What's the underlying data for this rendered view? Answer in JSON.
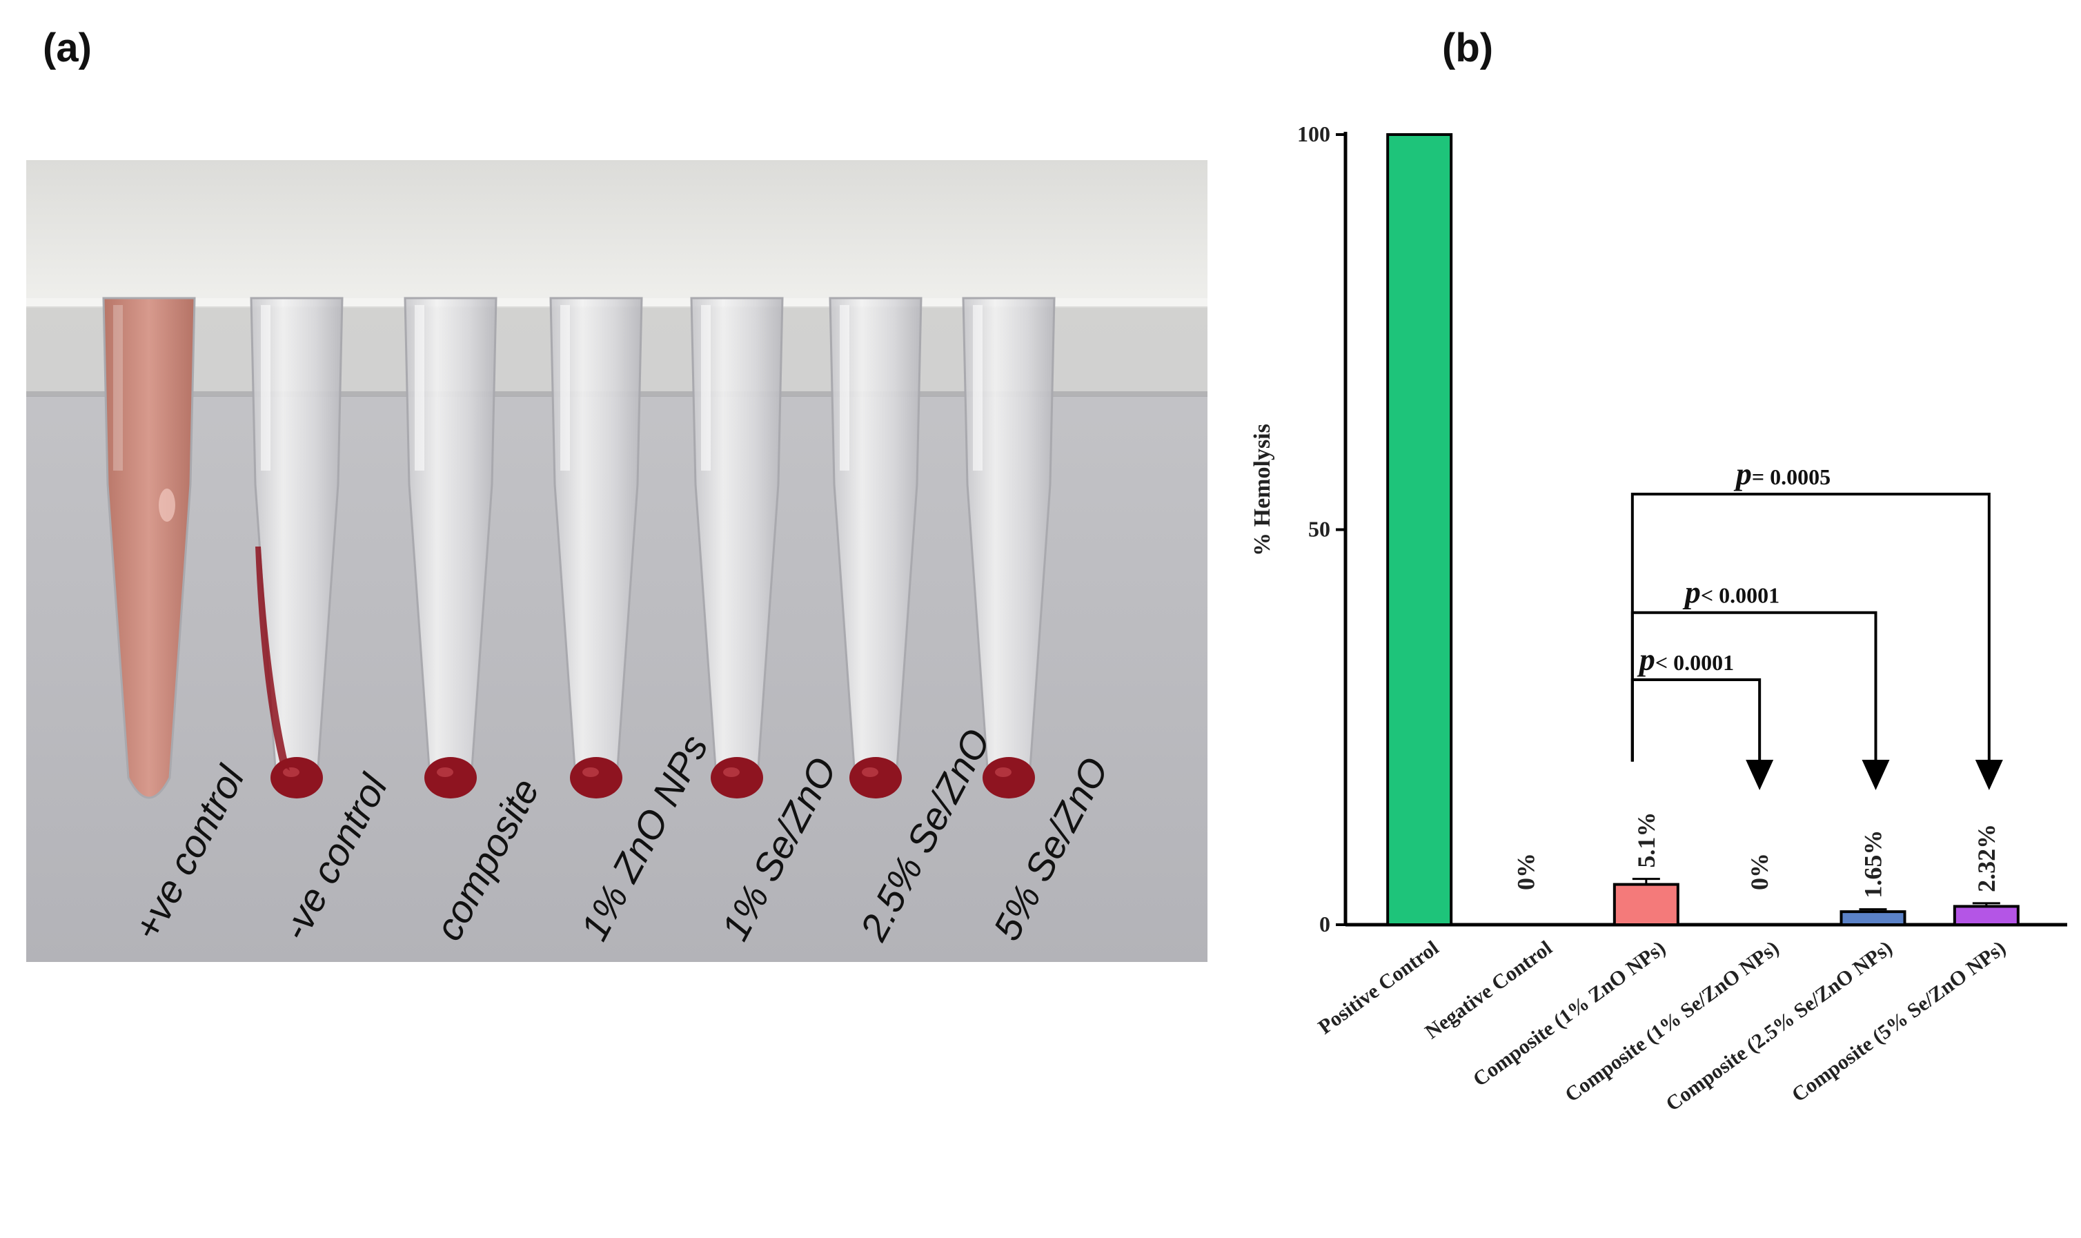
{
  "panels": {
    "a": "(a)",
    "b": "(b)"
  },
  "photo": {
    "tube_labels": [
      "+ve control",
      "-ve control",
      "composite",
      "1% ZnO NPs",
      "1% Se/ZnO",
      "2.5% Se/ZnO",
      "5% Se/ZnO"
    ],
    "colors": {
      "lysed": "#c98b80",
      "pellet": "#8e1420",
      "wall": "#b8b8bc",
      "rack": "#e6e6e3"
    }
  },
  "chart_data": {
    "type": "bar",
    "ylabel": "% Hemolysis",
    "ylim": [
      0,
      100
    ],
    "yticks": [
      0,
      50,
      100
    ],
    "categories": [
      "Positive Control",
      "Negative Control",
      "Composite (1% ZnO NPs)",
      "Composite (1% Se/ZnO NPs)",
      "Composite (2.5% Se/ZnO NPs)",
      "Composite (5% Se/ZnO NPs)"
    ],
    "values": [
      100,
      0,
      5.1,
      0,
      1.65,
      2.32
    ],
    "errors": [
      0,
      0,
      0.7,
      0,
      0.3,
      0.4
    ],
    "colors": [
      "#1ec47a",
      "#ffffff",
      "#f47a7a",
      "#ffffff",
      "#5b82c8",
      "#b455e6"
    ],
    "data_labels": [
      "",
      "0%",
      "5.1%",
      "0%",
      "1.65%",
      "2.32%"
    ],
    "comparisons": [
      {
        "from": 2,
        "to": 3,
        "y": 31,
        "p_symbol": "p",
        "p_text": "< 0.0001"
      },
      {
        "from": 2,
        "to": 4,
        "y": 39.5,
        "p_symbol": "p",
        "p_text": "< 0.0001"
      },
      {
        "from": 2,
        "to": 5,
        "y": 54.5,
        "p_symbol": "p",
        "p_text": "= 0.0005"
      }
    ],
    "grid": false
  }
}
